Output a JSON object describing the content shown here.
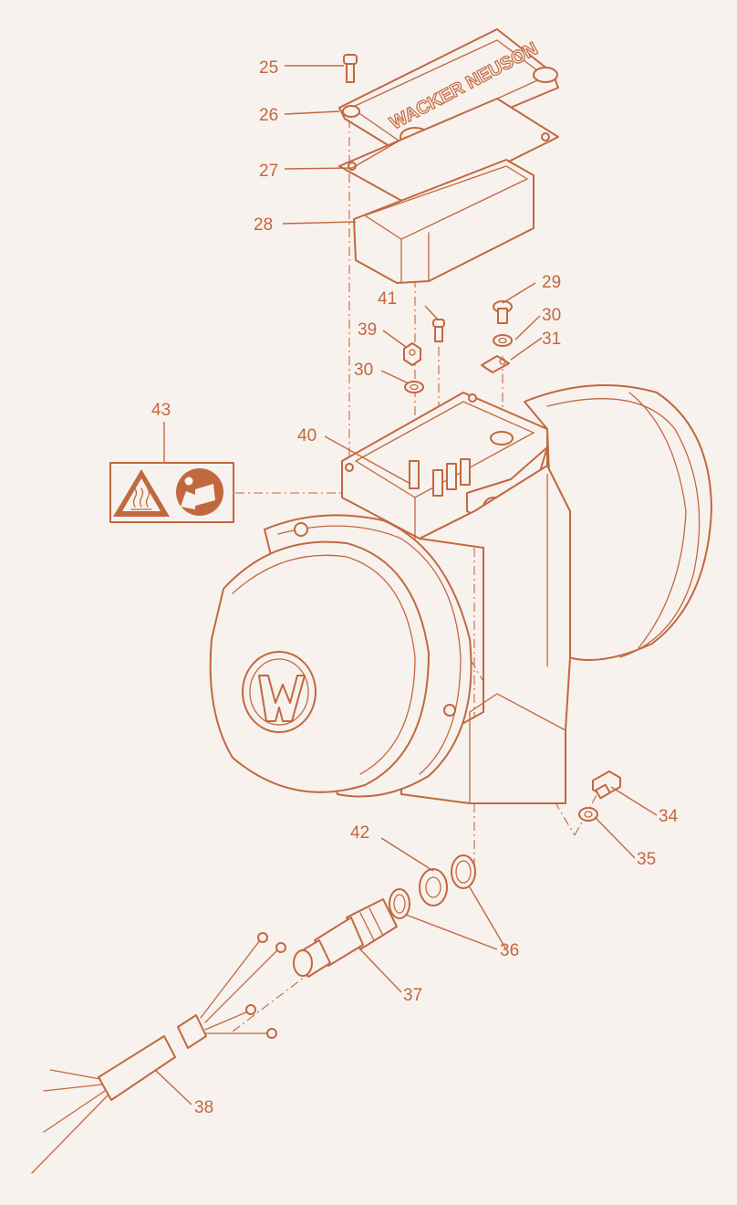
{
  "diagram": {
    "brand_text": "WACKER NEUSON",
    "colors": {
      "line": "#c2683f",
      "background": "#f7f2ee"
    },
    "callouts": [
      {
        "id": "c25",
        "text": "25"
      },
      {
        "id": "c26",
        "text": "26"
      },
      {
        "id": "c27",
        "text": "27"
      },
      {
        "id": "c28",
        "text": "28"
      },
      {
        "id": "c29",
        "text": "29"
      },
      {
        "id": "c30a",
        "text": "30"
      },
      {
        "id": "c31",
        "text": "31"
      },
      {
        "id": "c41",
        "text": "41"
      },
      {
        "id": "c39",
        "text": "39"
      },
      {
        "id": "c30b",
        "text": "30"
      },
      {
        "id": "c43",
        "text": "43"
      },
      {
        "id": "c40",
        "text": "40"
      },
      {
        "id": "c34",
        "text": "34"
      },
      {
        "id": "c35",
        "text": "35"
      },
      {
        "id": "c42",
        "text": "42"
      },
      {
        "id": "c36",
        "text": "36"
      },
      {
        "id": "c37",
        "text": "37"
      },
      {
        "id": "c38",
        "text": "38"
      }
    ],
    "icons": [
      "hot-surface-warning-icon",
      "read-manual-icon",
      "wacker-w-logo-icon"
    ]
  }
}
